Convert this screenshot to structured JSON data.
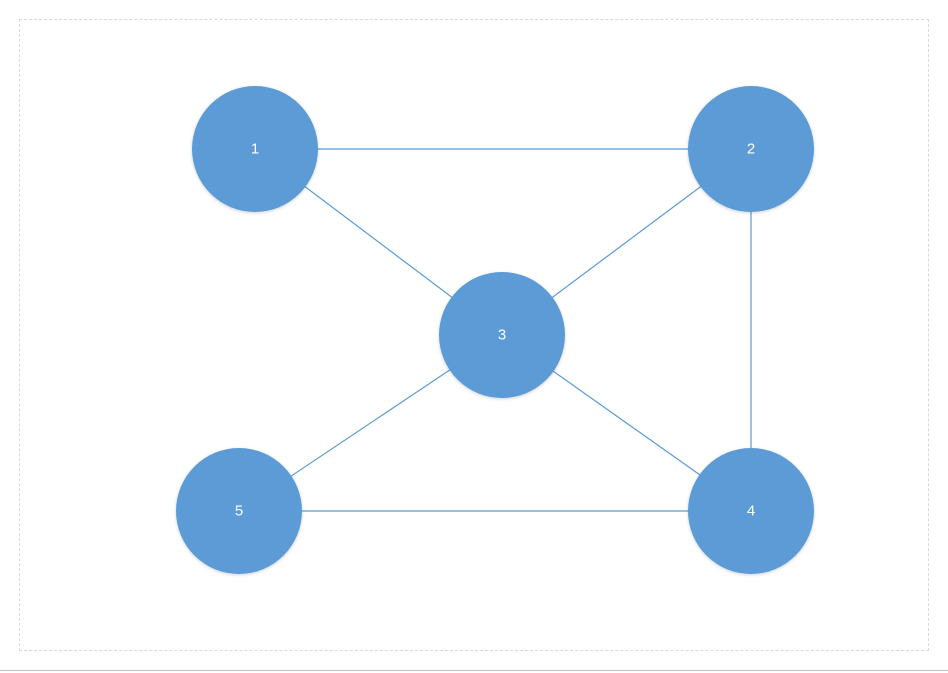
{
  "graph": {
    "nodes": [
      {
        "id": "1",
        "label": "1"
      },
      {
        "id": "2",
        "label": "2"
      },
      {
        "id": "3",
        "label": "3"
      },
      {
        "id": "4",
        "label": "4"
      },
      {
        "id": "5",
        "label": "5"
      }
    ],
    "edges": [
      {
        "from": "1",
        "to": "2"
      },
      {
        "from": "1",
        "to": "3"
      },
      {
        "from": "2",
        "to": "3"
      },
      {
        "from": "2",
        "to": "4"
      },
      {
        "from": "3",
        "to": "4"
      },
      {
        "from": "3",
        "to": "5"
      },
      {
        "from": "5",
        "to": "4"
      }
    ]
  },
  "colors": {
    "node_fill": "#5b9bd5",
    "edge": "#5b9bd5",
    "label": "#ffffff"
  }
}
